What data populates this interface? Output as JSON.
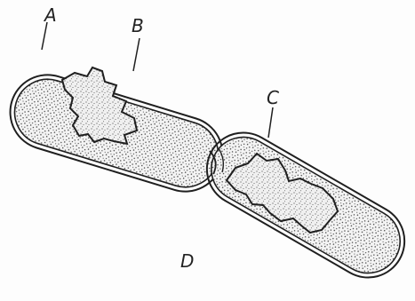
{
  "labels": {
    "a": "A",
    "b": "B",
    "c": "C",
    "d": "D"
  },
  "colors": {
    "ink": "#1f1f1f",
    "stipple": "#3a3a3a",
    "nucleoid_fill": "#eeeeee",
    "background": "#fdfdfd"
  }
}
